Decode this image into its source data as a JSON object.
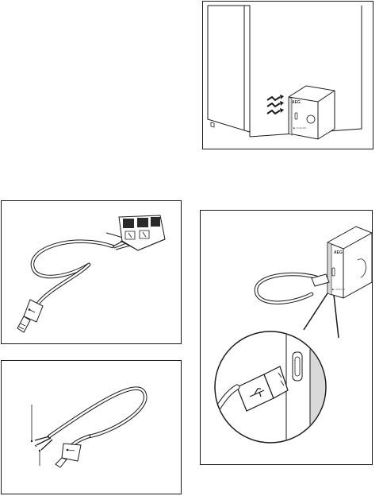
{
  "page": {
    "background": "#ffffff",
    "line_color": "#1a1a1a",
    "shade_color": "#d9d9d9"
  },
  "illustrations": [
    {
      "id": "fridge-module-placement",
      "device_logo": "AEG",
      "device_label": "▶ / C E U D"
    },
    {
      "id": "usb-cable-with-terminal-block"
    },
    {
      "id": "usb-cable-with-bare-wires"
    },
    {
      "id": "usb-connected-to-module",
      "device_logo": "AEG",
      "device_label": "▶ / C E U D"
    }
  ],
  "icons": [
    "usb-symbol-icon",
    "signal-arrow-icon",
    "power-button-icon",
    "usb-port-icon"
  ]
}
